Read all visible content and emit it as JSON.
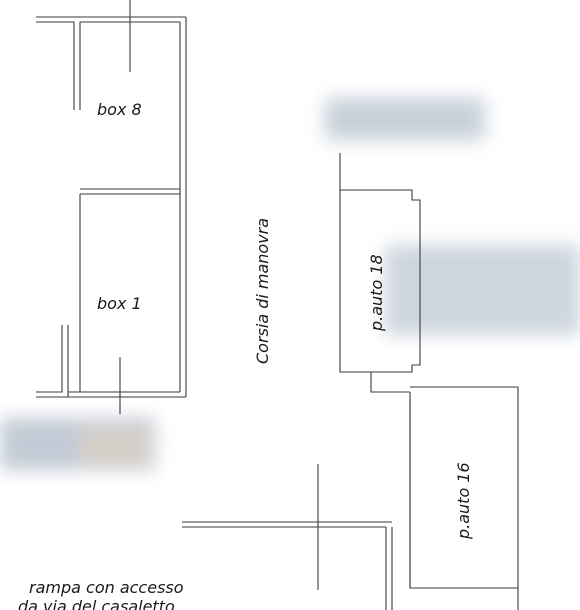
{
  "labels": {
    "box8": "box 8",
    "box1": "box 1",
    "corsia": "Corsia di manovra",
    "pauto18": "p.auto 18",
    "pauto16": "p.auto 16",
    "rampa_line1": "rampa con accesso",
    "rampa_line2": "da via del casaletto"
  },
  "colors": {
    "line": "#3a3a3a",
    "text": "#1a1a1a",
    "blur": "#c9d2dc"
  }
}
